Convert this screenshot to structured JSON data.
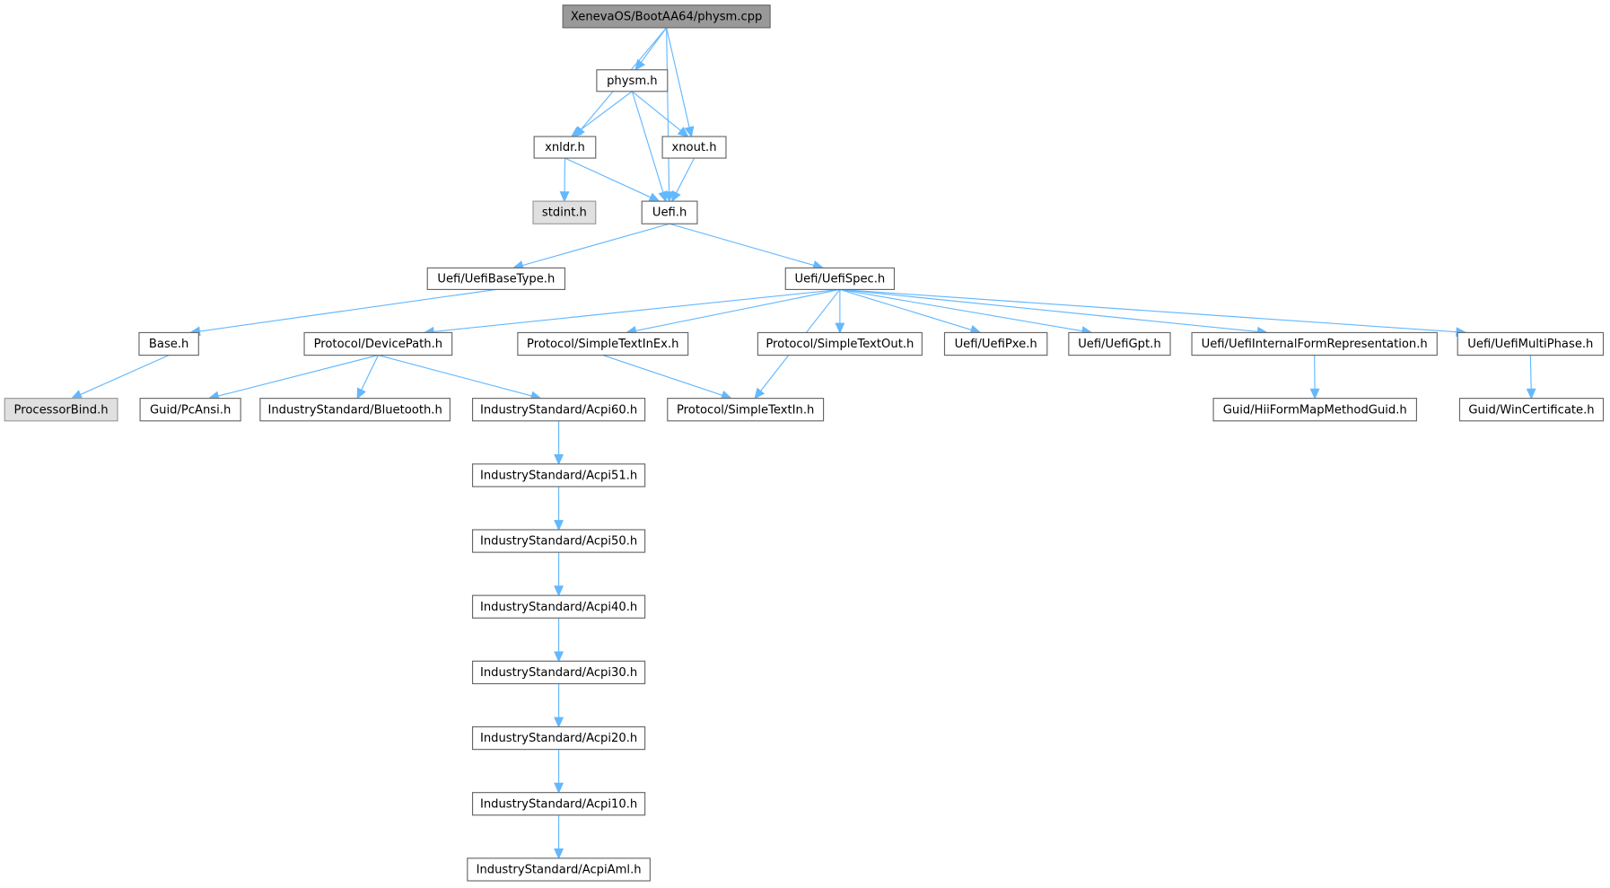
{
  "colors": {
    "edge": "#63b8ff",
    "root_fill": "#999999",
    "external_fill": "#e0e0e0",
    "node_border": "#666666"
  },
  "nodes": [
    {
      "id": "root",
      "label": "XenevaOS/BootAA64/physm.cpp",
      "kind": "root"
    },
    {
      "id": "physm",
      "label": "physm.h"
    },
    {
      "id": "xnldr",
      "label": "xnldr.h"
    },
    {
      "id": "xnout",
      "label": "xnout.h"
    },
    {
      "id": "stdint",
      "label": "stdint.h",
      "kind": "ext"
    },
    {
      "id": "uefi",
      "label": "Uefi.h"
    },
    {
      "id": "basetype",
      "label": "Uefi/UefiBaseType.h"
    },
    {
      "id": "uefispec",
      "label": "Uefi/UefiSpec.h"
    },
    {
      "id": "base",
      "label": "Base.h"
    },
    {
      "id": "devpath",
      "label": "Protocol/DevicePath.h"
    },
    {
      "id": "stie",
      "label": "Protocol/SimpleTextInEx.h"
    },
    {
      "id": "sto",
      "label": "Protocol/SimpleTextOut.h"
    },
    {
      "id": "pxe",
      "label": "Uefi/UefiPxe.h"
    },
    {
      "id": "gpt",
      "label": "Uefi/UefiGpt.h"
    },
    {
      "id": "ifr",
      "label": "Uefi/UefiInternalFormRepresentation.h"
    },
    {
      "id": "multiphase",
      "label": "Uefi/UefiMultiPhase.h"
    },
    {
      "id": "procbind",
      "label": "ProcessorBind.h",
      "kind": "ext"
    },
    {
      "id": "pcansi",
      "label": "Guid/PcAnsi.h"
    },
    {
      "id": "bt",
      "label": "IndustryStandard/Bluetooth.h"
    },
    {
      "id": "acpi60",
      "label": "IndustryStandard/Acpi60.h"
    },
    {
      "id": "sti",
      "label": "Protocol/SimpleTextIn.h"
    },
    {
      "id": "hii",
      "label": "Guid/HiiFormMapMethodGuid.h"
    },
    {
      "id": "wincert",
      "label": "Guid/WinCertificate.h"
    },
    {
      "id": "acpi51",
      "label": "IndustryStandard/Acpi51.h"
    },
    {
      "id": "acpi50",
      "label": "IndustryStandard/Acpi50.h"
    },
    {
      "id": "acpi40",
      "label": "IndustryStandard/Acpi40.h"
    },
    {
      "id": "acpi30",
      "label": "IndustryStandard/Acpi30.h"
    },
    {
      "id": "acpi20",
      "label": "IndustryStandard/Acpi20.h"
    },
    {
      "id": "acpi10",
      "label": "IndustryStandard/Acpi10.h"
    },
    {
      "id": "acpiaml",
      "label": "IndustryStandard/AcpiAml.h"
    }
  ],
  "edges": [
    [
      "root",
      "physm"
    ],
    [
      "root",
      "xnldr"
    ],
    [
      "root",
      "xnout"
    ],
    [
      "root",
      "uefi"
    ],
    [
      "physm",
      "xnldr"
    ],
    [
      "physm",
      "xnout"
    ],
    [
      "physm",
      "uefi"
    ],
    [
      "xnldr",
      "stdint"
    ],
    [
      "xnldr",
      "uefi"
    ],
    [
      "xnout",
      "uefi"
    ],
    [
      "uefi",
      "basetype"
    ],
    [
      "uefi",
      "uefispec"
    ],
    [
      "basetype",
      "base"
    ],
    [
      "base",
      "procbind"
    ],
    [
      "uefispec",
      "devpath"
    ],
    [
      "uefispec",
      "stie"
    ],
    [
      "uefispec",
      "sti"
    ],
    [
      "uefispec",
      "sto"
    ],
    [
      "uefispec",
      "pxe"
    ],
    [
      "uefispec",
      "gpt"
    ],
    [
      "uefispec",
      "ifr"
    ],
    [
      "uefispec",
      "multiphase"
    ],
    [
      "devpath",
      "pcansi"
    ],
    [
      "devpath",
      "bt"
    ],
    [
      "devpath",
      "acpi60"
    ],
    [
      "stie",
      "sti"
    ],
    [
      "ifr",
      "hii"
    ],
    [
      "multiphase",
      "wincert"
    ],
    [
      "acpi60",
      "acpi51"
    ],
    [
      "acpi51",
      "acpi50"
    ],
    [
      "acpi50",
      "acpi40"
    ],
    [
      "acpi40",
      "acpi30"
    ],
    [
      "acpi30",
      "acpi20"
    ],
    [
      "acpi20",
      "acpi10"
    ],
    [
      "acpi10",
      "acpiaml"
    ]
  ]
}
